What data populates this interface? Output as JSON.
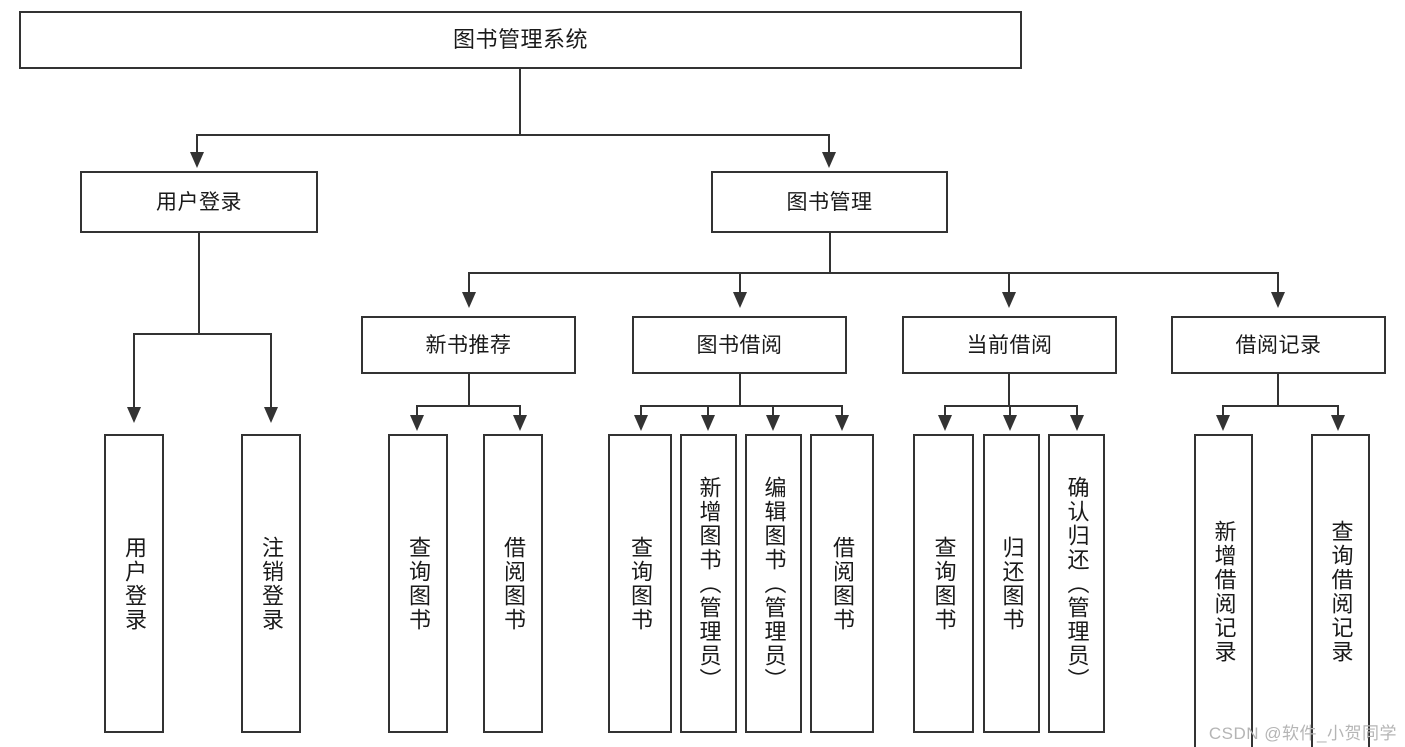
{
  "diagram": {
    "title": "图书管理系统",
    "watermark": "CSDN @软件_小贺同学",
    "accent_color": "#333333",
    "background_color": "#ffffff",
    "type": "tree-hierarchy-diagram",
    "levels": 4
  },
  "nodes": {
    "root": {
      "label": "图书管理系统"
    },
    "level2": [
      {
        "id": "user-login",
        "label": "用户登录"
      },
      {
        "id": "book-management",
        "label": "图书管理"
      }
    ],
    "level3": [
      {
        "id": "new-book-recommend",
        "label": "新书推荐"
      },
      {
        "id": "book-borrow",
        "label": "图书借阅"
      },
      {
        "id": "current-borrow",
        "label": "当前借阅"
      },
      {
        "id": "borrow-record",
        "label": "借阅记录"
      }
    ],
    "leaves": {
      "user-login": [
        {
          "id": "leaf-user-login",
          "label": "用户登录"
        },
        {
          "id": "leaf-logout",
          "label": "注销登录"
        }
      ],
      "new-book-recommend": [
        {
          "id": "leaf-query-book-1",
          "label": "查询图书"
        },
        {
          "id": "leaf-borrow-book-1",
          "label": "借阅图书"
        }
      ],
      "book-borrow": [
        {
          "id": "leaf-query-book-2",
          "label": "查询图书"
        },
        {
          "id": "leaf-add-book",
          "label": "新增图书（管理员）"
        },
        {
          "id": "leaf-edit-book",
          "label": "编辑图书（管理员）"
        },
        {
          "id": "leaf-borrow-book-2",
          "label": "借阅图书"
        }
      ],
      "current-borrow": [
        {
          "id": "leaf-query-book-3",
          "label": "查询图书"
        },
        {
          "id": "leaf-return-book",
          "label": "归还图书"
        },
        {
          "id": "leaf-confirm-return",
          "label": "确认归还（管理员）"
        }
      ],
      "borrow-record": [
        {
          "id": "leaf-add-record",
          "label": "新增借阅记录"
        },
        {
          "id": "leaf-query-record",
          "label": "查询借阅记录"
        }
      ]
    }
  }
}
